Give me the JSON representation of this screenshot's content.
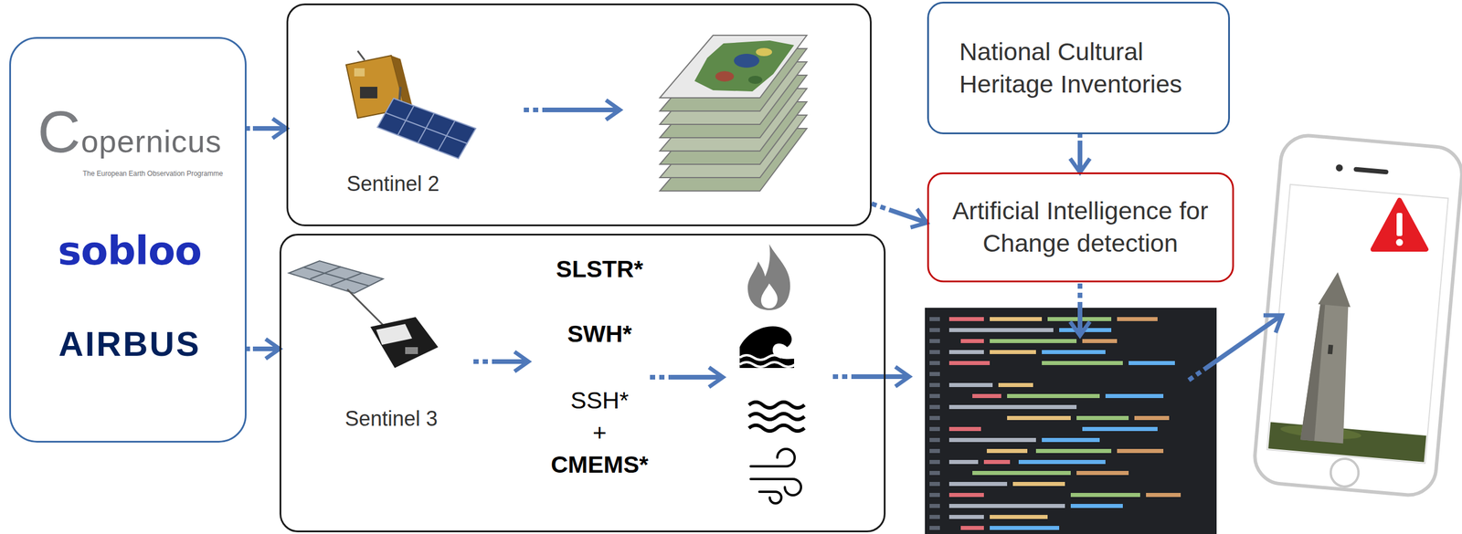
{
  "diagram": {
    "nodes": [
      {
        "text": [
          "Copernicus",
          "The European Earth Observation Programme",
          "sobloo",
          "AIRBUS"
        ]
      },
      {
        "text": [
          "Sentinel 2"
        ]
      },
      {
        "text": [
          "Sentinel 3",
          "SLSTR*",
          "SWH*",
          "SSH*",
          "+",
          "CMEMS*"
        ]
      },
      {
        "text": [
          "National Cultural Heritage Inventories"
        ]
      },
      {
        "text": [
          "Artificial Intelligence for Change detection"
        ]
      }
    ],
    "edges": [
      {
        "from": 0,
        "to": 1,
        "arrow": "to"
      },
      {
        "from": 0,
        "to": 2,
        "arrow": "to"
      },
      {
        "from": 1,
        "to": 4,
        "arrow": "to"
      },
      {
        "from": 3,
        "to": 4,
        "arrow": "to"
      }
    ]
  }
}
